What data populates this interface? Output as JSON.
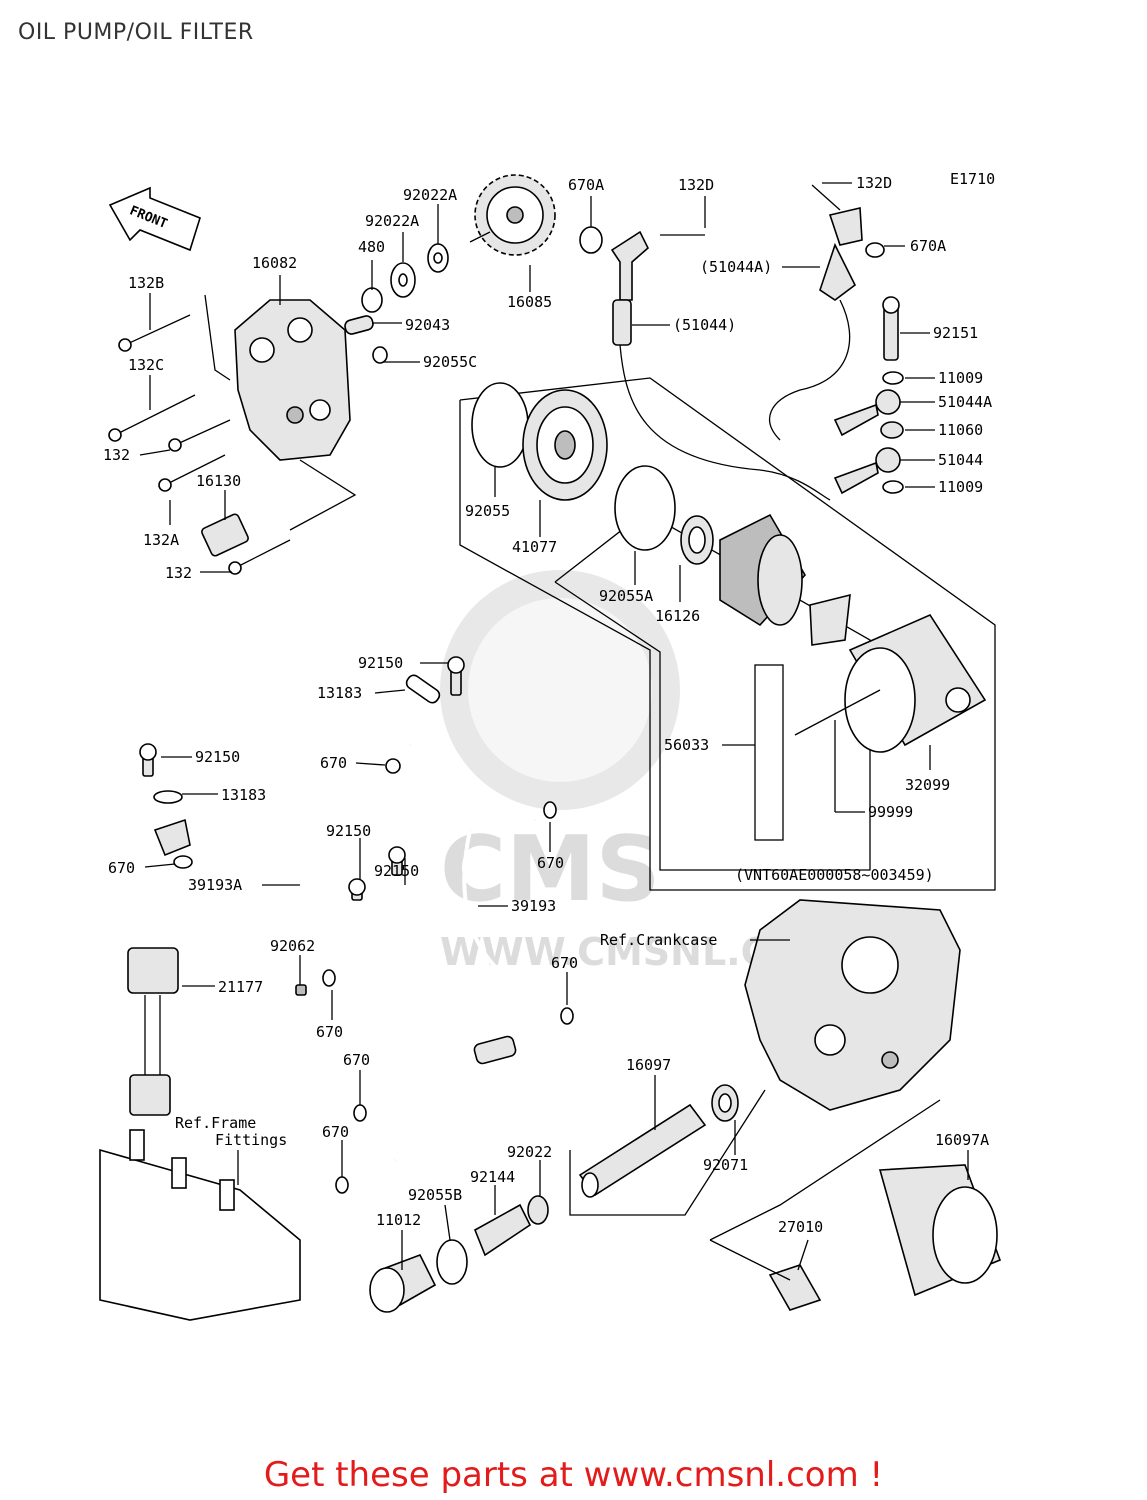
{
  "title": "OIL PUMP/OIL FILTER",
  "figure_code": "E1710",
  "front_marker": "FRONT",
  "watermark": {
    "brand": "CMS",
    "url": "WWW.CMSNL.COM"
  },
  "ref_labels": {
    "crankcase": "Ref.Crankcase",
    "frame_fittings_line1": "Ref.Frame",
    "frame_fittings_line2": "Fittings",
    "serial_range": "(VNT60AE000058~003459)"
  },
  "callouts": {
    "p132B": "132B",
    "p16082": "16082",
    "p480": "480",
    "p92022A_1": "92022A",
    "p92022A_2": "92022A",
    "p16085": "16085",
    "p670A_1": "670A",
    "p132D_1": "132D",
    "p132D_2": "132D",
    "p670A_2": "670A",
    "p51044A_paren": "(51044A)",
    "p92043": "92043",
    "p51044_paren": "(51044)",
    "p92151": "92151",
    "p92055C": "92055C",
    "p132C": "132C",
    "p11009_1": "11009",
    "p51044A": "51044A",
    "p11060": "11060",
    "p51044": "51044",
    "p11009_2": "11009",
    "p132": "132",
    "p16130": "16130",
    "p132A": "132A",
    "p132_2": "132",
    "p92055": "92055",
    "p41077": "41077",
    "p92055A": "92055A",
    "p16126": "16126",
    "p92150_1": "92150",
    "p13183_1": "13183",
    "p92150_2": "92150",
    "p13183_2": "13183",
    "p670_1": "670",
    "p56033": "56033",
    "p32099": "32099",
    "p99999": "99999",
    "p92150_3": "92150",
    "p92150_4": "92150",
    "p670_2": "670",
    "p670_3": "670",
    "p39193A": "39193A",
    "p39193": "39193",
    "p92062": "92062",
    "p21177": "21177",
    "p670_4": "670",
    "p670_5": "670",
    "p670_6": "670",
    "p670_7": "670",
    "p16097": "16097",
    "p92022": "92022",
    "p92071": "92071",
    "p16097A": "16097A",
    "p92144": "92144",
    "p92055B": "92055B",
    "p11012": "11012",
    "p27010": "27010"
  },
  "footer": "Get these parts at www.cmsnl.com !",
  "colors": {
    "footer_text": "#e31b1b",
    "watermark": "#d6d6d6",
    "line": "#000000"
  }
}
